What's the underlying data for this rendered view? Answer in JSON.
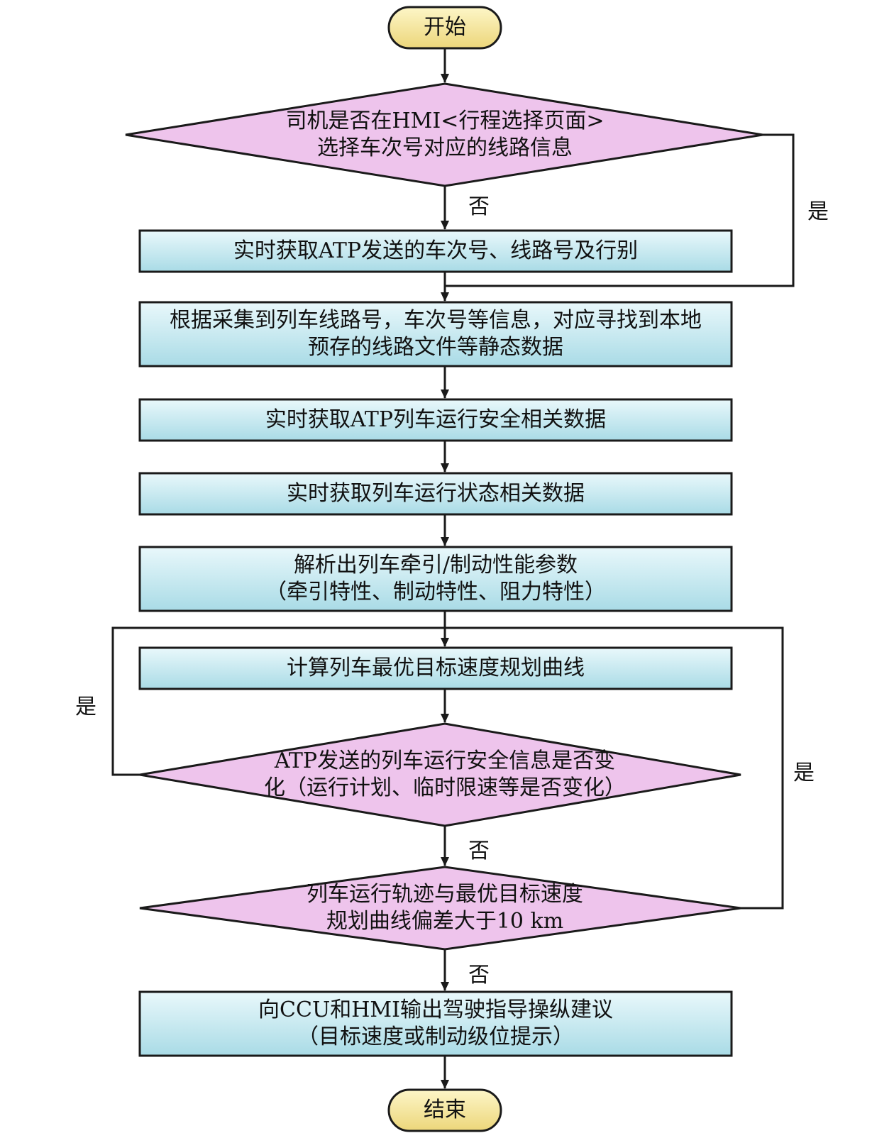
{
  "nodes": {
    "start": "开始",
    "d1": [
      "司机是否在HMI<行程选择页面>",
      "选择车次号对应的线路信息"
    ],
    "p1": "实时获取ATP发送的车次号、线路号及行别",
    "p2": [
      "根据采集到列车线路号，车次号等信息，对应寻找到本地",
      "预存的线路文件等静态数据"
    ],
    "p3": "实时获取ATP列车运行安全相关数据",
    "p4": "实时获取列车运行状态相关数据",
    "p5": [
      "解析出列车牵引/制动性能参数",
      "（牵引特性、制动特性、阻力特性）"
    ],
    "p6": "计算列车最优目标速度规划曲线",
    "d2": [
      "ATP发送的列车运行安全信息是否变",
      "化（运行计划、临时限速等是否变化）"
    ],
    "d3": [
      "列车运行轨迹与最优目标速度",
      "规划曲线偏差大于10 km"
    ],
    "p7": [
      "向CCU和HMI输出驾驶指导操纵建议",
      "（目标速度或制动级位提示）"
    ],
    "end": "结束"
  },
  "edges": {
    "d1_no": "否",
    "d1_yes": "是",
    "d2_yes": "是",
    "d2_no": "否",
    "d3_yes": "是",
    "d3_no": "否"
  },
  "colors": {
    "terminal_fill": "#f7e9a0",
    "decision_fill": "#eec4ec",
    "process_fill": "#cdeef4",
    "stroke": "#1a1a1a"
  }
}
